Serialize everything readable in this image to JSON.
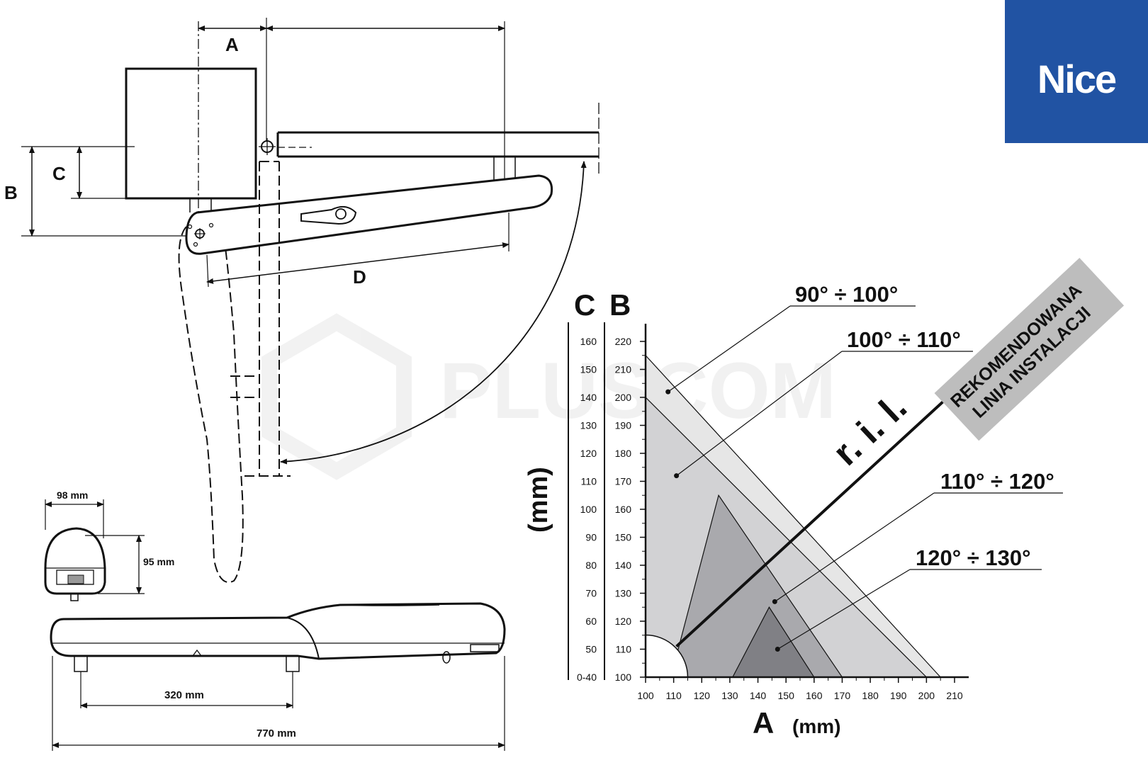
{
  "brand": {
    "logo_text": "Nice",
    "logo_color": "#2153a3"
  },
  "watermark": {
    "text": "PLUSCOM"
  },
  "install_diagram": {
    "labels": {
      "a": "A",
      "b": "B",
      "c": "C",
      "d": "D"
    }
  },
  "product_views": {
    "width": "98 mm",
    "height": "95 mm",
    "mount_spacing": "320 mm",
    "length": "770 mm"
  },
  "chart_data": {
    "type": "area",
    "xlabel": "A",
    "xunit": "(mm)",
    "ylabel": "(mm)",
    "x_ticks": [
      100,
      110,
      120,
      130,
      140,
      150,
      160,
      170,
      180,
      190,
      200,
      210
    ],
    "xlim": [
      100,
      210
    ],
    "b_axis": {
      "label": "B",
      "ticks": [
        100,
        110,
        120,
        130,
        140,
        150,
        160,
        170,
        180,
        190,
        200,
        210,
        220
      ],
      "ylim": [
        100,
        220
      ]
    },
    "c_axis": {
      "label": "C",
      "ticks": [
        "0-40",
        "50",
        "60",
        "70",
        "80",
        "90",
        "100",
        "110",
        "120",
        "130",
        "140",
        "150",
        "160"
      ]
    },
    "regions": [
      {
        "name": "90° ÷ 100°",
        "vertices": [
          [
            100,
            215
          ],
          [
            205,
            100
          ]
        ],
        "color": "#e6e6e6"
      },
      {
        "name": "100° ÷ 110°",
        "vertices": [
          [
            100,
            200
          ],
          [
            200,
            100
          ]
        ],
        "color": "#d2d2d4"
      },
      {
        "name": "110° ÷ 120°",
        "vertices": [
          [
            109,
            100
          ],
          [
            126,
            165
          ],
          [
            170,
            100
          ]
        ],
        "color": "#a9a9ad"
      },
      {
        "name": "120° ÷ 130°",
        "vertices": [
          [
            131,
            100
          ],
          [
            144,
            125
          ],
          [
            160,
            100
          ]
        ],
        "color": "#808085"
      }
    ],
    "recommended_line": {
      "label": "r. i. l.",
      "from": [
        111,
        111
      ],
      "to": [
        213,
        205
      ]
    },
    "recommended_caption": [
      "REKOMENDOWANA",
      "LINIA  INSTALACJI"
    ]
  }
}
